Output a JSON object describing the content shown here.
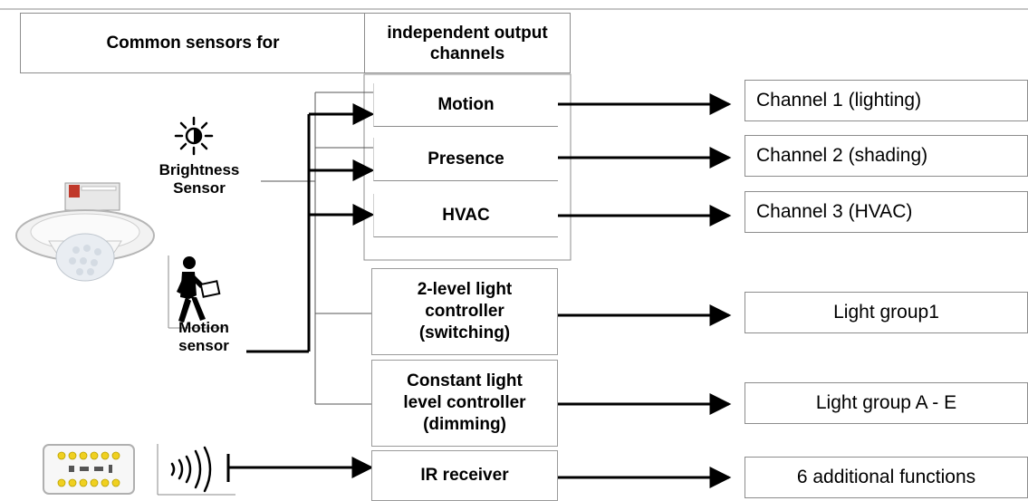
{
  "header": {
    "common": "Common sensors  for",
    "independent": "independent output channels"
  },
  "sensors": {
    "brightness_line1": "Brightness",
    "brightness_line2": "Sensor",
    "motion_line1": "Motion",
    "motion_line2": "sensor"
  },
  "functions": {
    "motion": "Motion",
    "presence": "Presence",
    "hvac": "HVAC",
    "two_level": "2-level light controller (switching)",
    "constant": "Constant light level controller (dimming)",
    "ir": "IR receiver"
  },
  "outputs": {
    "ch1": "Channel 1 (lighting)",
    "ch2": "Channel 2 (shading)",
    "ch3": "Channel 3 (HVAC)",
    "group1": "Light group1",
    "groupAE": "Light group A - E",
    "additional": "6 additional functions"
  },
  "colors": {
    "line": "#000000",
    "border": "#8c8c8c",
    "remote_button": "#f0d020"
  }
}
